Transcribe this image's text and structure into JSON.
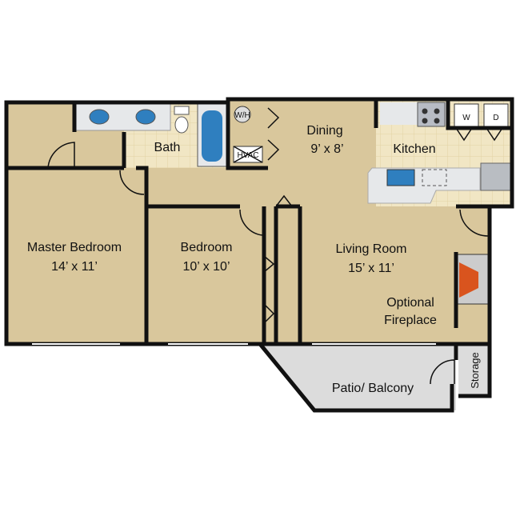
{
  "rooms": {
    "master_bedroom": {
      "name": "Master Bedroom",
      "size": "14’ x 11’"
    },
    "bedroom": {
      "name": "Bedroom",
      "size": "10’ x 10’"
    },
    "bath": {
      "name": "Bath"
    },
    "dining": {
      "name": "Dining",
      "size": "9’ x 8’"
    },
    "kitchen": {
      "name": "Kitchen"
    },
    "living_room": {
      "name": "Living Room",
      "size": "15’ x 11’"
    },
    "fireplace": {
      "name_line1": "Optional",
      "name_line2": "Fireplace"
    },
    "patio": {
      "name": "Patio/ Balcony"
    },
    "storage": {
      "name": "Storage"
    }
  },
  "fixtures": {
    "water_heater": "W/H",
    "hvac": "HVAC",
    "washer": "W",
    "dryer": "D"
  },
  "colors": {
    "floor_carpet": "#d9c79c",
    "floor_tile": "#efe3bf",
    "patio": "#dcdcdc",
    "counter": "#e6e8ea",
    "wall": "#111111",
    "fireplace": "#d9541e"
  }
}
